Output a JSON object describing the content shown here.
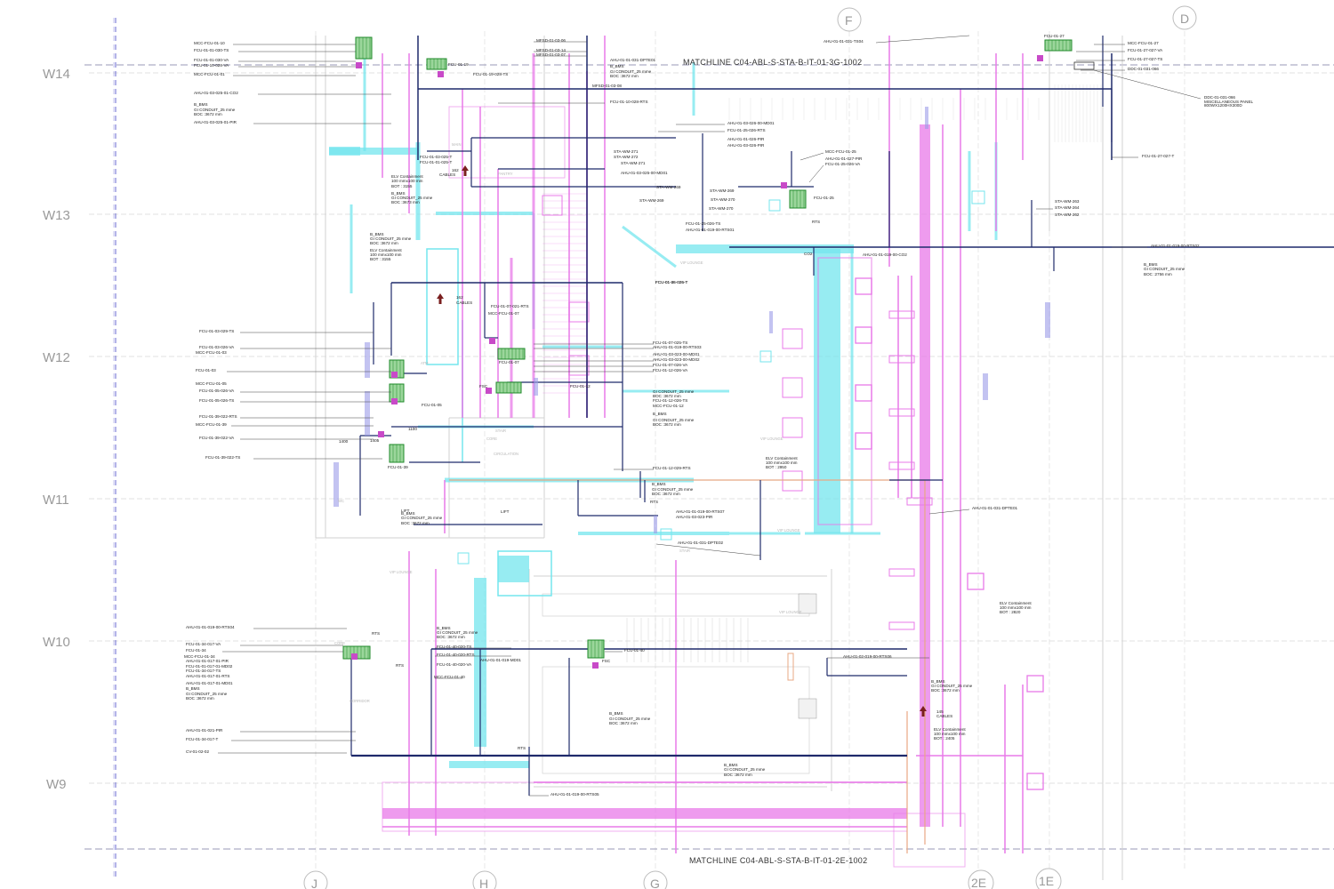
{
  "grid": {
    "rows": [
      "W14",
      "W13",
      "W12",
      "W11",
      "W10",
      "W9"
    ],
    "columns_top": [
      "F",
      "D"
    ],
    "columns_bottom": [
      "J",
      "H",
      "G",
      "2E",
      "1E"
    ]
  },
  "matchlines": {
    "top": "MATCHLINE C04-ABL-S-STA-B-IT-01-3G-1002",
    "bottom": "MATCHLINE C04-ABL-S-STA-B-IT-01-2E-1002"
  },
  "tags_left": [
    "MCC-FCU-01-10",
    "FCU-01-01-030-TS",
    "FCU-01-01-030-VA",
    "FCU-01-10-028-VA",
    "MCC-FCU-01-01",
    "AHU-01-03-025-01-CO2",
    "B_BMS",
    "GI CONDUIT_25 mme",
    "BOC :3672 mm",
    "AHU-01-03-025-01-PIR",
    "FCU-01-03-025-T",
    "FCU-01-01-025-T",
    "ELV Containment",
    "100 mmx100 mm",
    "BOT : 3155",
    "B_BMS",
    "GI CONDUIT_25 mme",
    "BOC :3673 mm",
    "B_BMS",
    "GI CONDUIT_25 mme",
    "BOC :3672 mm",
    "ELV Containment",
    "100 mmx100 mm",
    "BOT : 3155",
    "FCU-01-03-029-TS",
    "FCU-01-03-026-VA",
    "MCC-FCU-01-03",
    "FCU-01-03",
    "MCC-FCU-01-05",
    "FCU-01-05-026-VA",
    "FCU-01-05-026-TS",
    "FCU-01-39-022-RTS",
    "MCC-FCU-01-39",
    "FCU-01-39-022-VA",
    "FCU-01-39-022-TS",
    "AHU-01-01-019-00-RTS04",
    "FCU-01-34-017-VA",
    "FCU-01-34",
    "MCC-FCU-01-34",
    "AHU-01-01-017-01-PIR",
    "FCU-01-01-017-01-MD02",
    "FCU-01-34-017-TS",
    "AHU-01-01-017-01-RTS",
    "AHU-01-01-017-01-MD01",
    "B_BMS",
    "GI CONDUIT_25 mme",
    "BOC :3672 mm",
    "AHU-01-01-021-PIR",
    "FCU-01-34-017-T",
    "CV-01-02-02"
  ],
  "tags_center": [
    "MFSD-01-03-06",
    "MFSD-01-03-14",
    "MFSD-01-03-07",
    "AHU-01-01-031-DPTE01",
    "FCU-01-19",
    "B_BMS",
    "GI CONDUIT_25 mme",
    "BOC :3672 mm",
    "FCU-01-19-028-TS",
    "MFSD-01-03-08",
    "FCU-01-10-028-RTS",
    "AHU-01-03-026-00-MD01",
    "FCU-01-25-026-RTS",
    "AHU-01-01-026-PIR",
    "AHU-01-03-026-PIR",
    "STA-WM-271",
    "STA-WM-272",
    "STA-WM-271",
    "AHU-01-03-025-00-MD01",
    "STA-WM-269",
    "STA-WM-269",
    "STA-WM-270",
    "STA-WM-269",
    "STA-WM-270",
    "FCU-01-25-026-TS",
    "AHU-01-01-019-00-RTS01",
    "FCU-01-25-026-T",
    "162",
    "CABLES",
    "162",
    "CABLES",
    "FCU-01-07-021-RTS",
    "MCC-FCU-01-07",
    "FCU-01-07-025-TS",
    "AHU-01-01-019-00-RTS03",
    "AHU-01-03-023-00-MD01",
    "AHU-01-03-023-00-MD02",
    "FCU-01-07-026-VA",
    "FCU-01-12-026-VA",
    "FCU-01-07",
    "FCU-01-12",
    "GI CONDUIT_25 mme",
    "BOC :3672 mm",
    "FCU-01-12-026-TS",
    "MCC-FCU-01-12",
    "B_BMS",
    "GI CONDUIT_25 mme",
    "BOC :3672 mm",
    "FCU-01-05",
    "FCU-01-12-029-RTS",
    "ELV Containment",
    "100 mmx100 mm",
    "BOT : 2950",
    "FCU-01-39",
    "B_BMS",
    "GI CONDUIT_25 mme",
    "BOC :3672 mm",
    "LIFT",
    "LIFT",
    "B_BMS",
    "GI CONDUIT_25 mme",
    "BOC :3672 mm",
    "AHU-01-01-019-00-RTS07",
    "AHU-01-03-023-PIR",
    "AHU-01-01-031-DPTE02",
    "B_BMS",
    "GI CONDUIT_25 mme",
    "BOC :3672 mm",
    "FCU-01-40-020-TS",
    "FCU-01-40-020-RTS",
    "AHU-01-01-019-MD01",
    "FCU-01-40-020-VA",
    "MCC-FCU-01-40",
    "FCU-01-40",
    "B_BMS",
    "GI CONDUIT_25 mme",
    "BOC :3672 mm",
    "B_BMS",
    "GI CONDUIT_25 mme",
    "BOC :3672 mm",
    "AHU-01-01-019-00-RTS05",
    "RTS",
    "RTS",
    "RTS",
    "RTS",
    "1400",
    "1100",
    "1405",
    "FSC",
    "FSC"
  ],
  "tags_right": [
    "AHU-01-01-031-TS04",
    "FCU-01-27",
    "MCC-FCU-01-27",
    "FCU-01-27-027-VA",
    "FCU-01-27-027-TS",
    "DDC-01-031-066",
    "DDC-01-031-066",
    "MISCELLANEOUS PANEL",
    "800WX1200HX300D",
    "FCU-01-27-027-T",
    "MCC-FCU-01-25",
    "AHU-01-01-027-PIR",
    "FCU-01-25-026-VA",
    "FCU-01-25",
    "STA-WM-263",
    "STA-WM-264",
    "STA-WM-262",
    "AHU-01-01-019-00-RTS02",
    "AHU-01-01-019-00-CO2",
    "B_BMS",
    "GI CONDUIT_25 mme",
    "BOC :2756 mm",
    "FCU-01-06-025-T",
    "AHU-01-01-031-DPTE01",
    "ELV Containment",
    "100 mmx100 mm",
    "BOT : 2820",
    "AHU-01-02-019-00-RTS06",
    "B_BMS",
    "GI CONDUIT_25 mme",
    "BOC :3672 mm",
    "145",
    "CABLES",
    "ELV Containment",
    "100 mmx100 mm",
    "BOT : 2405",
    "CO2",
    "RTS"
  ],
  "rooms": [
    "VIP LOUNGE",
    "VIP LOUNGE",
    "VIP LOUNGE",
    "VIP LOUNGE",
    "VIP LOUNGE",
    "CIRCULATION",
    "CORE",
    "STAIR",
    "STAIR",
    "ATM",
    "PANTRY",
    "MAIN",
    "WC",
    "CORE",
    "CORRIDOR"
  ],
  "colors": {
    "magenta": "#e879e8",
    "cyan": "#74e6ee",
    "navy": "#1f2a6b",
    "grid": "#9a9a9a",
    "equipment": "#1f8a2a",
    "equipment_fill": "#9bd69b",
    "arrow": "#7a1f1f",
    "orange": "#e8a884"
  }
}
